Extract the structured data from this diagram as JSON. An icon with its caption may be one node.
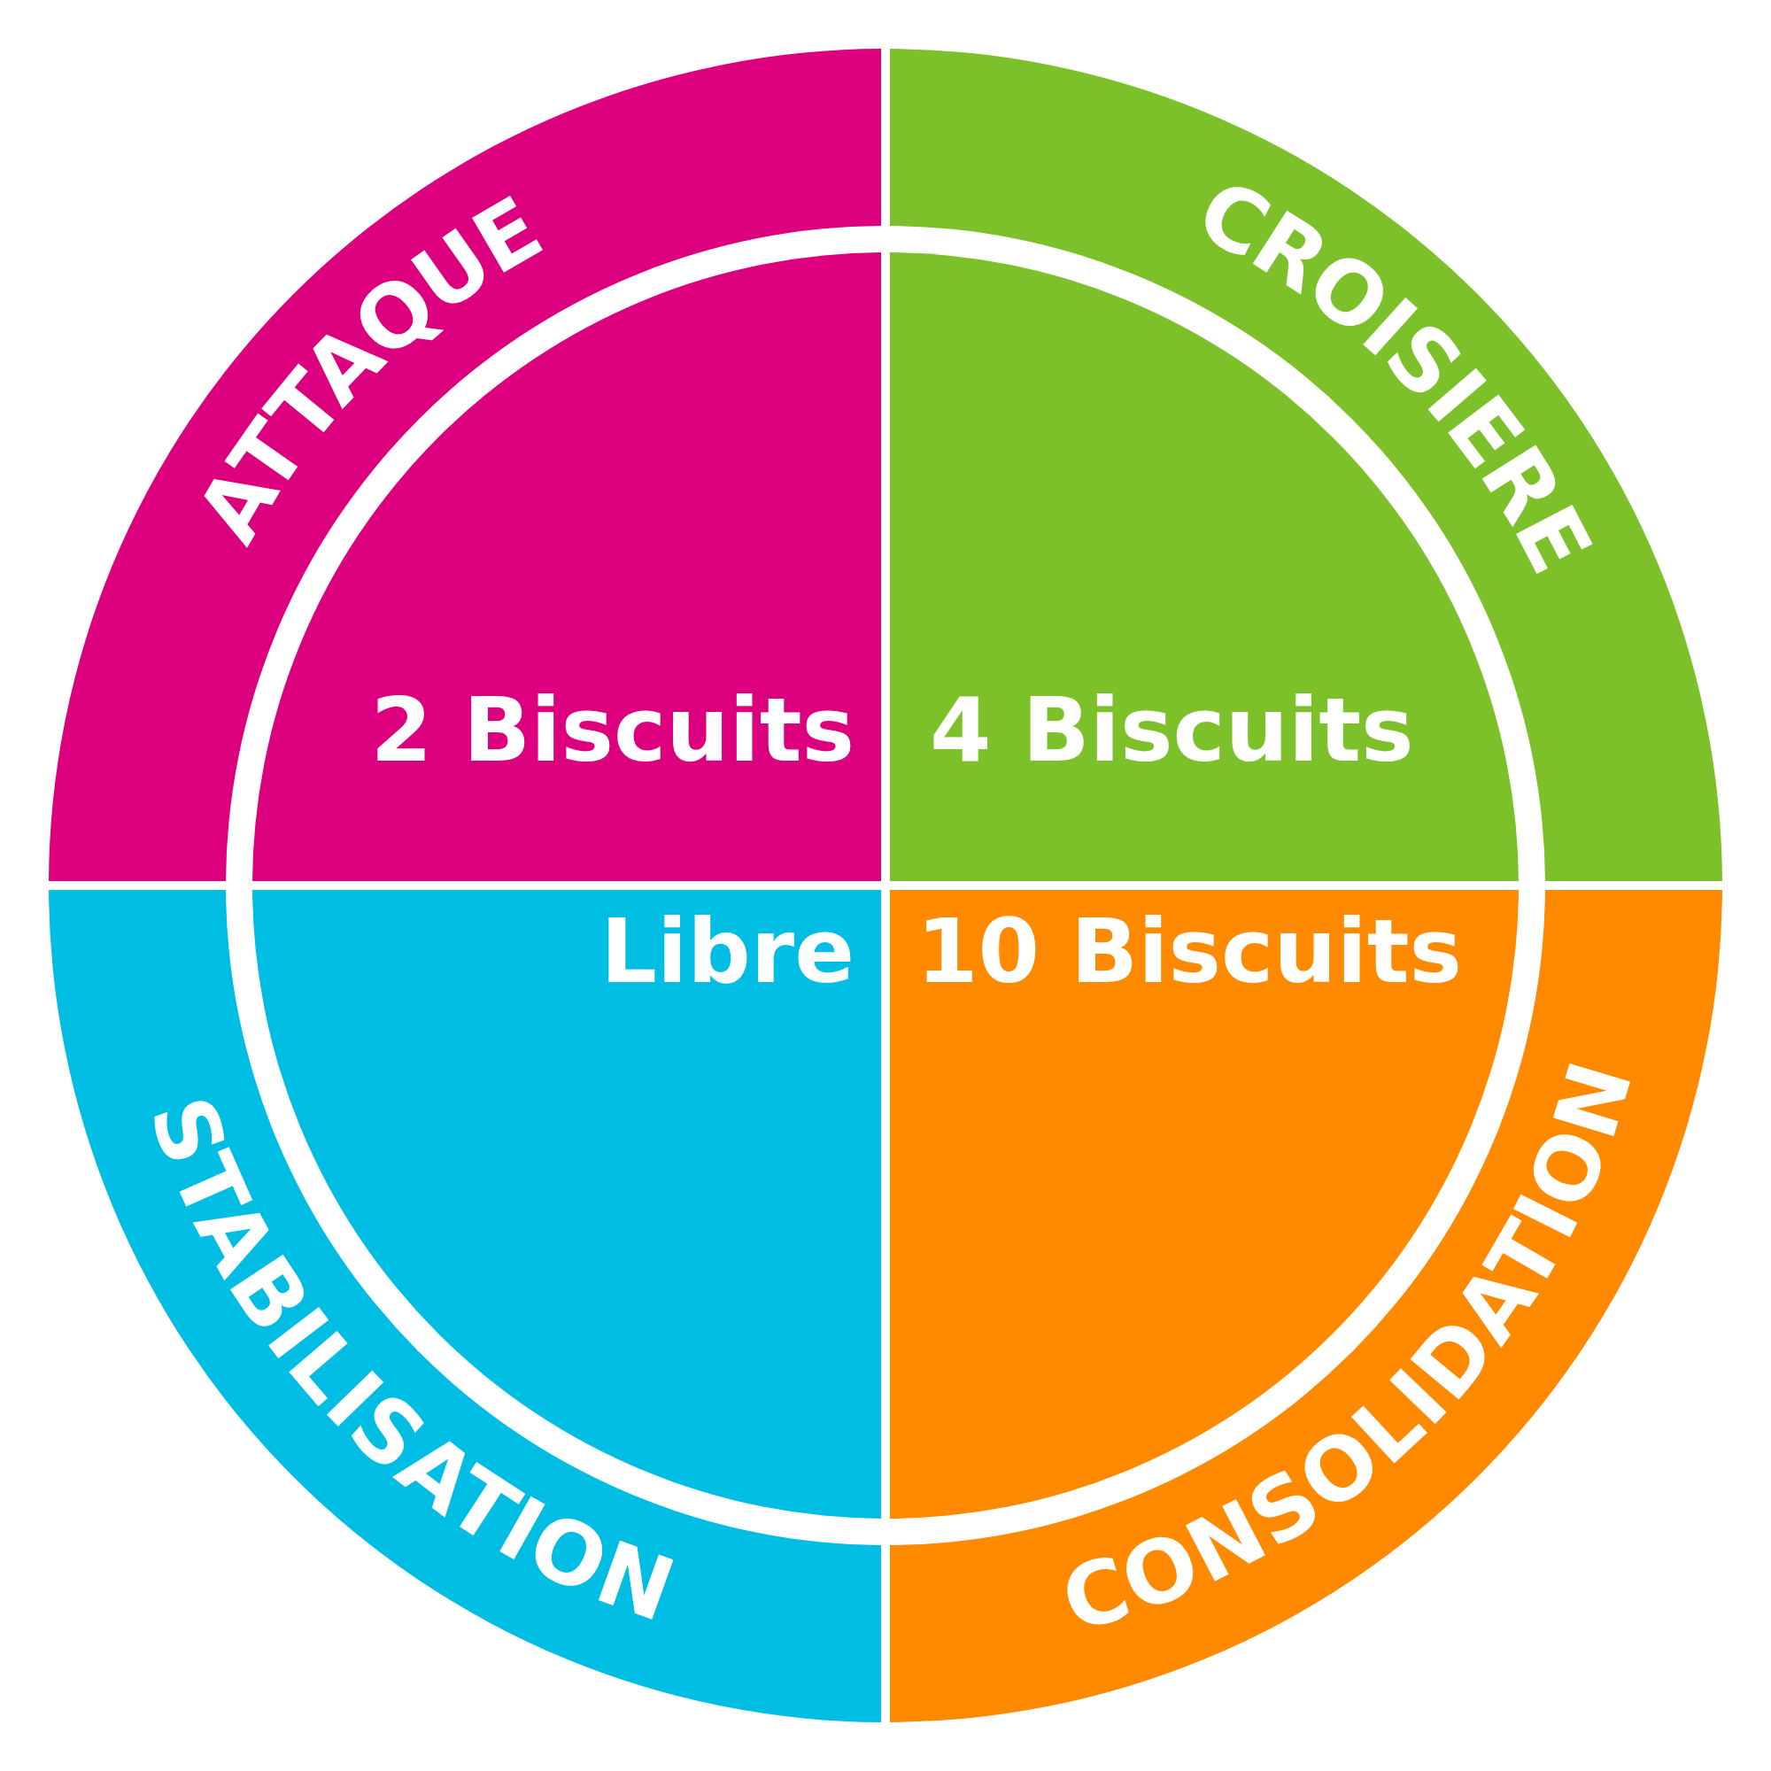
{
  "diagram": {
    "nodes": [
      {
        "text": [
          "ATTAQUE"
        ]
      },
      {
        "text": [
          "CROISIERE"
        ]
      },
      {
        "text": [
          "2 Biscuits"
        ]
      },
      {
        "text": [
          "4 Biscuits"
        ]
      },
      {
        "text": [
          "Libre"
        ]
      },
      {
        "text": [
          "10 Biscuits"
        ]
      },
      {
        "text": [
          "STABILISATION"
        ]
      },
      {
        "text": [
          "CONSOLIDATION"
        ]
      }
    ]
  }
}
